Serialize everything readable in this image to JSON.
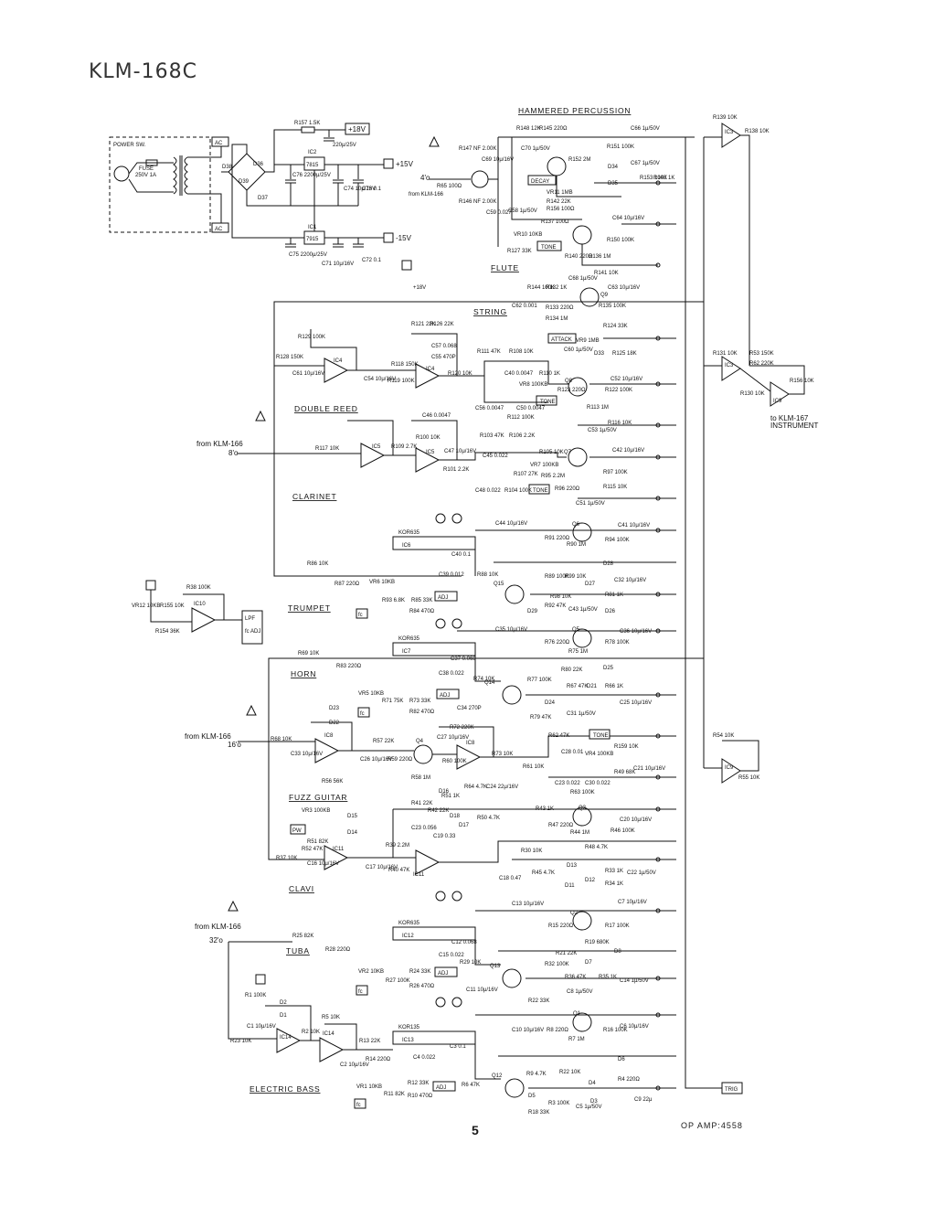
{
  "title": "KLM-168C",
  "page_number": "5",
  "footer_note": "OP AMP:4558",
  "sections": {
    "hammered_percussion": "HAMMERED PERCUSSION",
    "flute": "FLUTE",
    "string": "STRING",
    "double_reed": "DOUBLE REED",
    "clarinet": "CLARINET",
    "trumpet": "TRUMPET",
    "horn": "HORN",
    "fuzz_guitar": "FUZZ GUITAR",
    "clavi": "CLAVI",
    "tuba": "TUBA",
    "electric_bass": "ELECTRIC BASS"
  },
  "power": {
    "switch_label": "POWER SW.",
    "fuse_label": "FUSE",
    "fuse_rating": "250V 1A",
    "ac_top": "AC",
    "ac_bottom": "AC",
    "reg_pos": "7815",
    "reg_neg": "7915",
    "ic2": "IC2",
    "ic1": "IC1",
    "plus15": "+15V",
    "minus15": "-15V",
    "plus18": "+18V",
    "r157": "R157 1.5K",
    "c76": "C76 2200μ/25V",
    "c75": "C75 2200μ/25V",
    "c74": "C74 10μ/16V",
    "c71": "C71 10μ/16V",
    "c73": "C73 0.1",
    "c72": "C72 0.1",
    "cap_18v": "220μ/25V",
    "d36": "D36",
    "d37": "D37",
    "d38": "D38",
    "d39": "D39"
  },
  "inputs": {
    "from_166_4": "4'o",
    "from_166_4_src": "from KLM-166",
    "from_166_8": "8'o",
    "from_166_8_src": "from KLM-166",
    "from_166_16": "16'o",
    "from_166_16_src": "from KLM-166",
    "from_166_32": "32'o",
    "from_166_32_src": "from KLM-166"
  },
  "outputs": {
    "to_167": "to KLM-167",
    "to_167_sub": "INSTRUMENT",
    "trig": "TRIG",
    "lpf": "LPF",
    "fc_adj": "fc ADJ"
  },
  "controls": {
    "decay": "DECAY",
    "tone_flute": "TONE",
    "attack": "ATTACK",
    "tone_string": "TONE",
    "tone_clarinet": "TONE",
    "tone_fuzz": "TONE",
    "adj_trumpet": "ADJ",
    "adj_horn": "ADJ",
    "adj_tuba": "ADJ",
    "adj_bass": "ADJ",
    "fc_trumpet": "fc",
    "fc_horn": "fc",
    "fc_tuba": "fc",
    "fc_bass": "fc",
    "pw": "PW"
  },
  "ics": {
    "ic3a": "IC3",
    "ic3b": "IC3",
    "ic9a": "IC9",
    "ic9b": "IC9",
    "ic4": "IC4",
    "ic5": "IC5",
    "ic6": "IC6",
    "ic7": "IC7",
    "ic8": "IC8",
    "ic10": "IC10",
    "ic11": "IC11",
    "ic12": "IC12",
    "ic13": "IC13",
    "ic14": "IC14",
    "kor_ic6": "KOR635",
    "kor_ic7": "KOR635",
    "kor_ic12": "KOR635",
    "kor_ic13": "KOR135"
  },
  "transistors": [
    "Q11",
    "Q16",
    "Q10",
    "Q9",
    "Q8",
    "Q7",
    "Q6",
    "Q15",
    "Q5",
    "Q14",
    "Q4",
    "Q3",
    "Q2",
    "Q13",
    "Q1",
    "Q12"
  ],
  "parts": {
    "r148": "R148 12K",
    "r145": "R145 220Ω",
    "r147": "R147 NF 2.00K",
    "r146": "R146 NF 2.00K",
    "r65": "R65 100Ω",
    "c69": "C69 10μ/16V",
    "c70": "C70 1μ/50V",
    "r152": "R152 2M",
    "r151": "R151 100K",
    "c66": "C66 1μ/50V",
    "r139": "R139 10K",
    "r138": "R138 10K",
    "d34": "D34",
    "d35": "D35",
    "c67": "C67 1μ/50V",
    "r143": "R143 1K",
    "r153": "R153 100K",
    "vr11": "VR11 1MB",
    "r142": "R142 22K",
    "r156": "R156 100Ω",
    "c58": "C58 1μ/50V",
    "c59": "C59 0.027",
    "r137": "R137 100Ω",
    "vr10": "VR10 10KB",
    "r127": "R127 33K",
    "r140": "R140 220Ω",
    "r150": "R150 100K",
    "r136": "R136 1M",
    "c64": "C64 10μ/16V",
    "c68": "C68 1μ/50V",
    "r141": "R141 10K",
    "r144": "R144 100K",
    "r132": "R132 1K",
    "c62": "C62 0.001",
    "r133": "R133 220Ω",
    "r134": "R134 1M",
    "r135": "R135 100K",
    "c63": "C63 10μ/16V",
    "r124": "R124 33K",
    "r129": "R129 100K",
    "r128": "R128 150K",
    "c61": "C61 10μ/16V",
    "c54": "C54 10μ/16V",
    "r119": "R119 100K",
    "r118": "R118 150K",
    "r121": "R121 22K",
    "r126": "R126 22K",
    "c57": "C57 0.068",
    "c55": "C55 470P",
    "r120": "R120 10K",
    "r111": "R111 47K",
    "r108": "R108 10K",
    "c40": "C40 0.0047",
    "vr8": "VR8 100KB",
    "r110": "R110 1K",
    "c56": "C56 0.0047",
    "r112": "R112 100K",
    "c50": "C50 0.0047",
    "vr9": "VR9 1MB",
    "c60": "C60 1μ/50V",
    "d33": "D33",
    "r125": "R125 18K",
    "r131": "R131 10K",
    "r53": "R53 150K",
    "r62": "R62 220K",
    "r156b": "R156 10K",
    "r130": "R130 10K",
    "r123": "R123 220Ω",
    "c52": "C52 10μ/16V",
    "r122": "R122 100K",
    "r113": "R113 1M",
    "c53": "C53 1μ/50V",
    "r116": "R116 10K",
    "c46": "C46 0.0047",
    "r100": "R100 10K",
    "r117": "R117 10K",
    "r109": "R109 2.7K",
    "c47": "C47 10μ/16V",
    "r101": "R101 2.2K",
    "r103": "R103 47K",
    "r106": "R106 2.2K",
    "c45": "C45 0.022",
    "r105": "R105 10K",
    "vr7": "VR7 100KB",
    "r107": "R107 27K",
    "c48": "C48 0.022",
    "r104": "R104 100K",
    "r95": "R95 2.2M",
    "r96": "R96 220Ω",
    "c51": "C51 1μ/50V",
    "c42": "C42 10μ/16V",
    "r97": "R97 100K",
    "r115": "R115 10K",
    "c44": "C44 10μ/16V",
    "c41": "C41 10μ/16V",
    "r91": "R91 220Ω",
    "r90": "R90 1M",
    "r94": "R94 100K",
    "c40b": "C40 0.1",
    "c39": "C39 0.012",
    "r88": "R88 10K",
    "r86": "R86 10K",
    "r87": "R87 220Ω",
    "vr6": "VR6 10KB",
    "r93": "R93 6.8K",
    "r85": "R85 33K",
    "r84": "R84 470Ω",
    "r89": "R89 100K",
    "r99": "R99 10K",
    "d28": "D28",
    "d27": "D27",
    "c32": "C32 10μ/16V",
    "r98": "R98 10K",
    "r81": "R81 1K",
    "d26": "D26",
    "d29": "D29",
    "r92": "R92 47K",
    "c43": "C43 1μ/50V",
    "r38": "R38 100K",
    "vr12": "VR12 10KB",
    "r155": "R155 10K",
    "r154": "R154 36K",
    "c35": "C35 10μ/16V",
    "r76": "R76 220Ω",
    "r75": "R75 1M",
    "r78": "R78 100K",
    "c36": "C36 10μ/16V",
    "r69": "R69 10K",
    "r83": "R83 220Ω",
    "c37": "C37 0.068",
    "c38": "C38 0.022",
    "vr5": "VR5 10KB",
    "r71": "R71 75K",
    "r73": "R73 33K",
    "r82": "R82 470Ω",
    "r74": "R74 10K",
    "r77": "R77 100K",
    "r80": "R80 22K",
    "d25": "D25",
    "r67": "R67 47K",
    "d21": "D21",
    "r66": "R66 1K",
    "d24": "D24",
    "r79": "R79 47K",
    "c31": "C31 1μ/50V",
    "c25": "C25 10μ/16V",
    "d23": "D23",
    "d22": "D22",
    "r68": "R68 10K",
    "c33": "C33 10μ/16V",
    "c26": "C26 10μ/16V",
    "r57": "R57 22K",
    "r59": "R59 220Ω",
    "r58": "R58 1M",
    "r56": "R56 56K",
    "c34": "C34 270P",
    "c27": "C27 10μ/16V",
    "r72": "R72 220K",
    "r60": "R60 100K",
    "r73b": "R73 10K",
    "r61": "R61 10K",
    "r62b": "R62 47K",
    "c28": "C28 0.01",
    "vr4": "VR4 100KB",
    "r159": "R159 10K",
    "r49": "R49 68K",
    "c21": "C21 10μ/16V",
    "c23": "C23 0.022",
    "c30": "C30 0.022",
    "r63": "R63 100K",
    "r54": "R54 10K",
    "r55": "R55 10K",
    "d16": "D16",
    "r51": "R51 1K",
    "r64": "R64 4.7K",
    "c24": "C24 22μ/16V",
    "r41": "R41 22K",
    "r42": "R42 22K",
    "d18": "D18",
    "r50": "R50 4.7K",
    "d17": "D17",
    "c23b": "C23 0.056",
    "c19": "C19 0.33",
    "r43": "R43 1K",
    "r47": "R47 220Ω",
    "r44": "R44 1M",
    "r46": "R46 100K",
    "c20": "C20 10μ/16V",
    "vr3": "VR3 100KB",
    "d15": "D15",
    "d14": "D14",
    "r51b": "R51 82K",
    "r52": "R52 47K",
    "r37": "R37 10K",
    "c16": "C16 10μ/16V",
    "r39": "R39 2.2M",
    "c17": "C17 10μ/16V",
    "r40": "R40 47K",
    "r48": "R48 4.7K",
    "r30": "R30 10K",
    "d13": "D13",
    "c18": "C18 0.47",
    "r45": "R45 4.7K",
    "d11": "D11",
    "d12": "D12",
    "r33": "R33 1K",
    "r34": "R34 1K",
    "c22": "C22 1μ/50V",
    "c13": "C13 10μ/16V",
    "c7": "C7 10μ/16V",
    "r15": "R15 220Ω",
    "r17": "R17 100K",
    "r19": "R19 680K",
    "r25": "R25 82K",
    "r28": "R28 220Ω",
    "c12": "C12 0.068",
    "c15": "C15 0.022",
    "vr2": "VR2 10KB",
    "r27": "R27 100K",
    "r24": "R24 33K",
    "r26": "R26 470Ω",
    "r29": "R29 10K",
    "c11": "C11 10μ/16V",
    "r21": "R21 22K",
    "r32": "R32 100K",
    "d8": "D8",
    "d7": "D7",
    "r35": "R35 1K",
    "r36": "R36 47K",
    "c14": "C14 1μ/50V",
    "r22": "R22 33K",
    "c8": "C8 1μ/50V",
    "r1": "R1 100K",
    "c1": "C1 10μ/16V",
    "d2": "D2",
    "d1": "D1",
    "r23": "R23 10K",
    "r2": "R2 10K",
    "r5": "R5 10K",
    "r13": "R13 22K",
    "c2": "C2 10μ/16V",
    "r14": "R14 220Ω",
    "vr1": "VR1 10KB",
    "r11": "R11 82K",
    "r10": "R10 470Ω",
    "r12": "R12 33K",
    "r6": "R6 47K",
    "c10": "C10 10μ/16V",
    "r8": "R8 220Ω",
    "r7": "R7 1M",
    "r16": "R16 100K",
    "c6": "C6 10μ/16V",
    "c4": "C4 0.022",
    "c3": "C3 0.1",
    "r9": "R9 4.7K",
    "r22b": "R22 10K",
    "d6": "D6",
    "d4": "D4",
    "r4": "R4 220Ω",
    "c9": "C9 22μ",
    "d5": "D5",
    "r18": "R18 33K",
    "r3": "R3 100K",
    "c5": "C5 1μ/50V",
    "d3": "D3"
  }
}
